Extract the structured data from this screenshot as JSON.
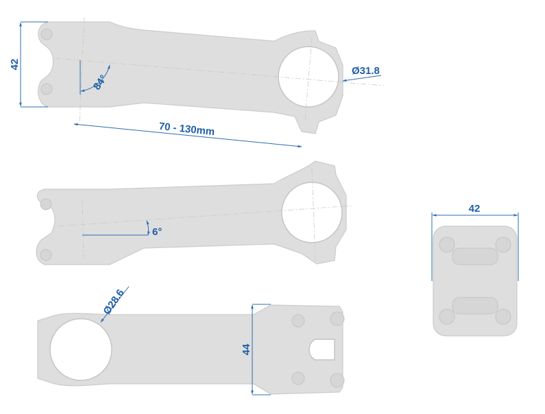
{
  "colors": {
    "dimension": "#1e5ea6",
    "part": "#dedede"
  },
  "side_view": {
    "height_label": "42",
    "angle_label": "84°",
    "length_label": "70 - 130mm",
    "bar_clamp_label": "Ø31.8"
  },
  "flipped_view": {
    "rise_label": "6°"
  },
  "top_view": {
    "steerer_label": "Ø28.6",
    "width_label": "44"
  },
  "front_view": {
    "width_label": "42"
  }
}
